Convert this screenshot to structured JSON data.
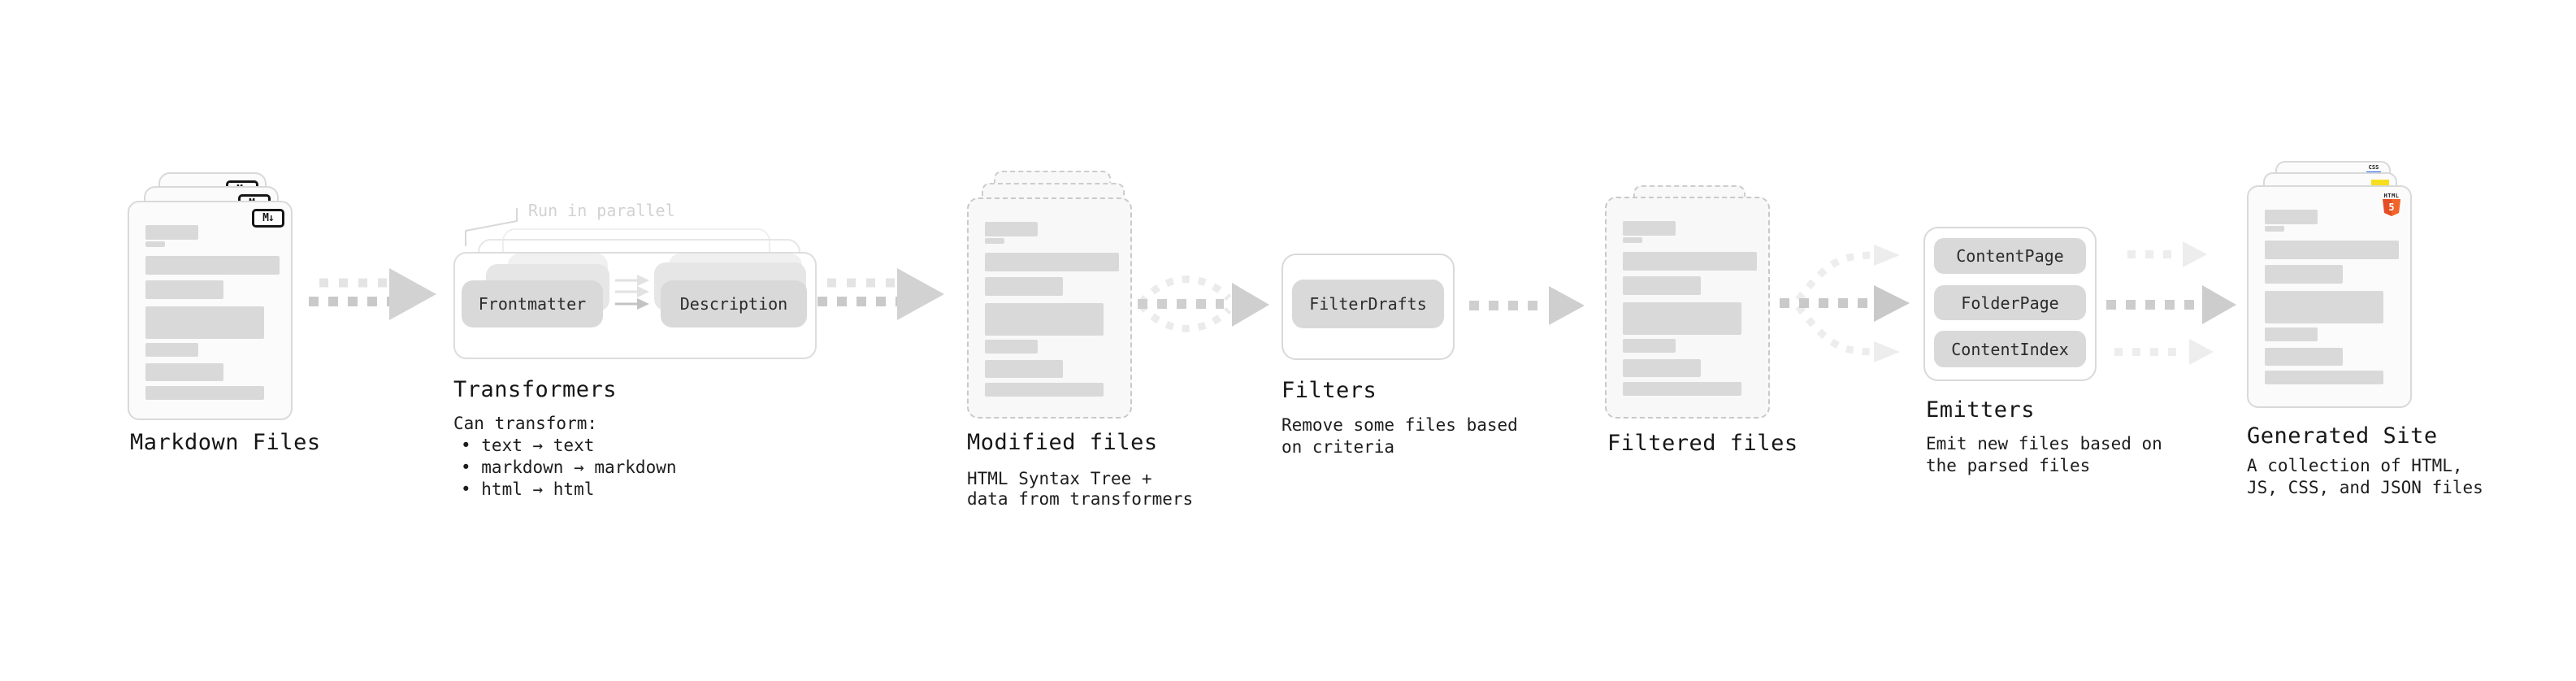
{
  "markdown": {
    "title": "Markdown Files",
    "badge": "M↓"
  },
  "transformers": {
    "note": "Run in parallel",
    "pill_frontmatter": "Frontmatter",
    "pill_description": "Description",
    "title": "Transformers",
    "heading": "Can transform:",
    "bullets": [
      "• text → text",
      "• markdown → markdown",
      "• html → html"
    ]
  },
  "modified": {
    "title": "Modified files",
    "subtitle_1": "HTML Syntax Tree +",
    "subtitle_2": "data from transformers"
  },
  "filters": {
    "title": "Filters",
    "pill": "FilterDrafts",
    "subtitle_1": "Remove some files based",
    "subtitle_2": "on criteria"
  },
  "filtered": {
    "title": "Filtered files"
  },
  "emitters": {
    "title": "Emitters",
    "pill_1": "ContentPage",
    "pill_2": "FolderPage",
    "pill_3": "ContentIndex",
    "subtitle_1": "Emit new files based on",
    "subtitle_2": "the parsed files"
  },
  "generated": {
    "title": "Generated Site",
    "subtitle_1": "A collection of HTML,",
    "subtitle_2": "JS, CSS, and JSON files",
    "badge_css": "CSS",
    "badge_html": "HTML",
    "badge_html_number": "5"
  },
  "colors": {
    "bar_gray": "#d9d9d9",
    "arrow_dark": "#c9c9c9",
    "arrow_light": "#ececec",
    "html5_orange": "#e44d26",
    "html5_orange_light": "#f16529",
    "js_yellow": "#f7df1e",
    "css_blue": "#2965f1",
    "text": "#1a1a1a",
    "note_gray": "#d2d2d2"
  }
}
